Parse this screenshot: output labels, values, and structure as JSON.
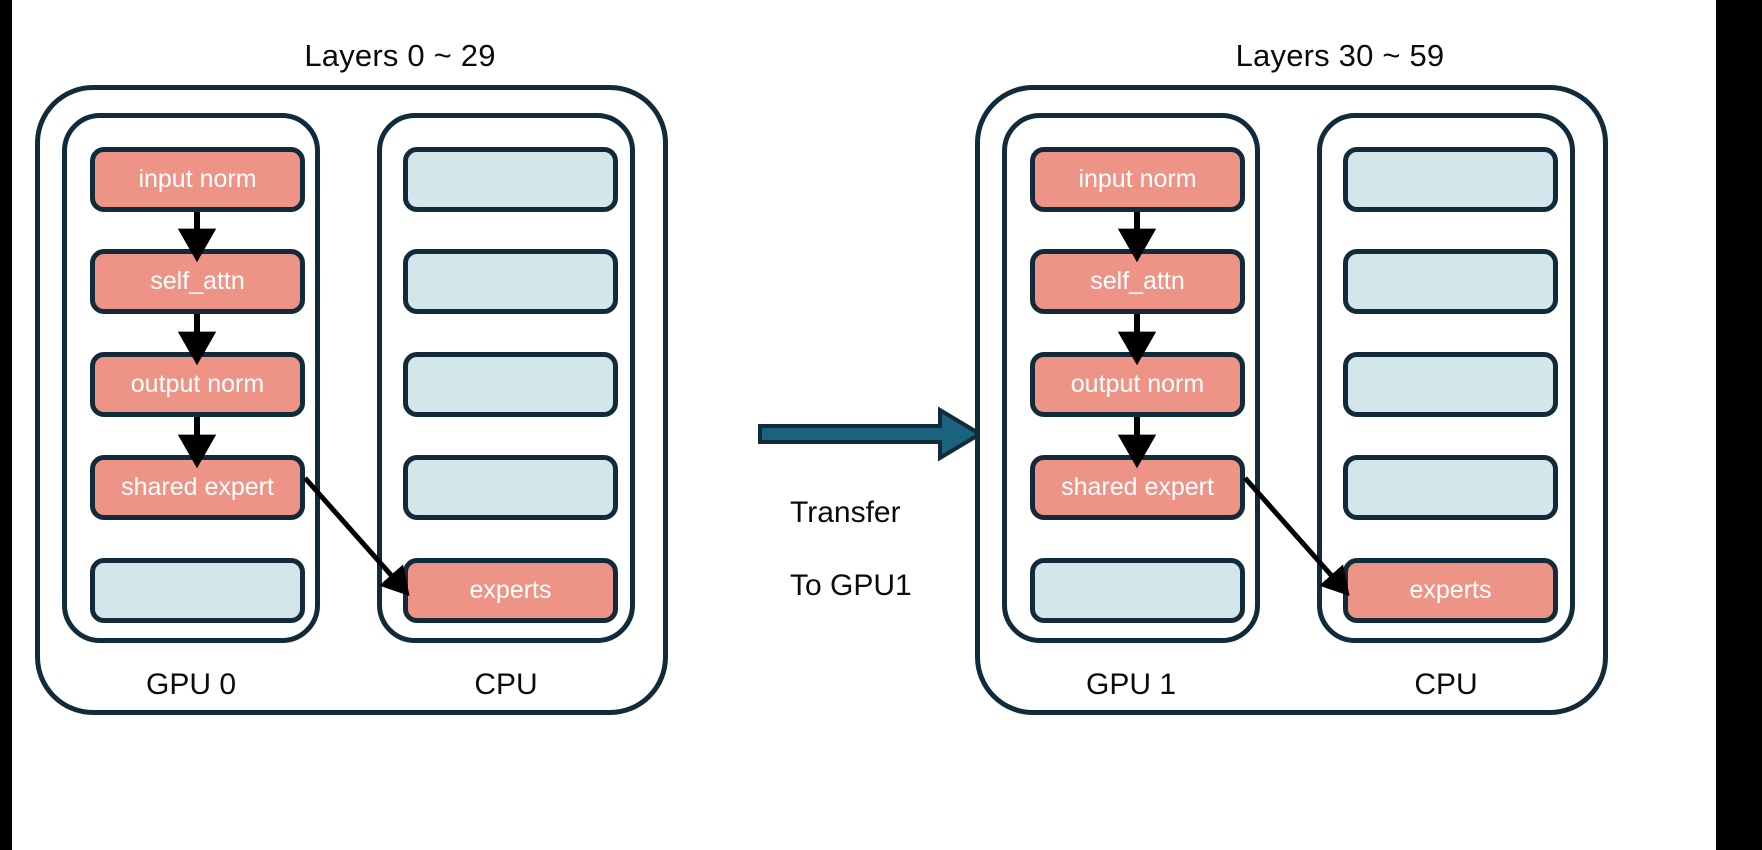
{
  "figure": {
    "title": "",
    "background": "#ffffff",
    "colors": {
      "active_fill": "#ed9486",
      "idle_fill": "#d2e6ec",
      "stroke": "#122b3a",
      "transfer_arrow": "#1b627f",
      "text_dark": "#0b0b0b",
      "text_on_block": "#ffffff"
    }
  },
  "panels": [
    {
      "id": "panel-left",
      "title": "Layers 0 ~ 29",
      "columns": [
        {
          "id": "gpu0",
          "label": "GPU 0",
          "units": [
            {
              "label": "input norm",
              "state": "active"
            },
            {
              "label": "self_attn",
              "state": "active"
            },
            {
              "label": "output norm",
              "state": "active"
            },
            {
              "label": "shared expert",
              "state": "active"
            },
            {
              "label": "",
              "state": "idle"
            }
          ]
        },
        {
          "id": "cpu0",
          "label": "CPU",
          "units": [
            {
              "label": "",
              "state": "idle"
            },
            {
              "label": "",
              "state": "idle"
            },
            {
              "label": "",
              "state": "idle"
            },
            {
              "label": "",
              "state": "idle"
            },
            {
              "label": "experts",
              "state": "active"
            }
          ]
        }
      ]
    },
    {
      "id": "panel-right",
      "title": "Layers 30 ~ 59",
      "columns": [
        {
          "id": "gpu1",
          "label": "GPU 1",
          "units": [
            {
              "label": "input norm",
              "state": "active"
            },
            {
              "label": "self_attn",
              "state": "active"
            },
            {
              "label": "output norm",
              "state": "active"
            },
            {
              "label": "shared expert",
              "state": "active"
            },
            {
              "label": "",
              "state": "idle"
            }
          ]
        },
        {
          "id": "cpu1",
          "label": "CPU",
          "units": [
            {
              "label": "",
              "state": "idle"
            },
            {
              "label": "",
              "state": "idle"
            },
            {
              "label": "",
              "state": "idle"
            },
            {
              "label": "",
              "state": "idle"
            },
            {
              "label": "experts",
              "state": "active"
            }
          ]
        }
      ]
    }
  ],
  "transfer": {
    "label": "Transfer\nTo GPU1",
    "line1": "Transfer",
    "line2": "To GPU1",
    "from": "GPU 0",
    "to": "GPU 1",
    "color": "#1b627f"
  }
}
